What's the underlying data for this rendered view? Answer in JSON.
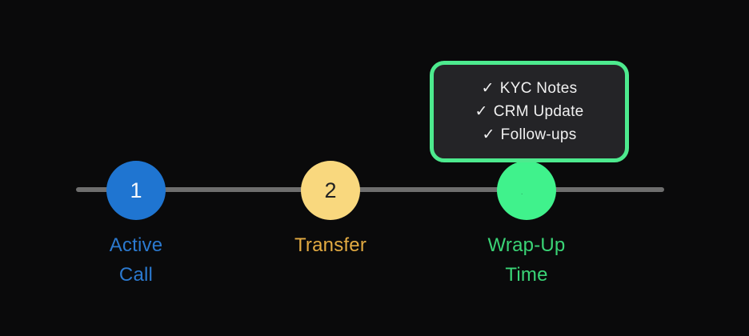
{
  "diagram": {
    "steps": [
      {
        "number": "1",
        "lines": [
          "Active",
          "Call"
        ],
        "circle_color": "#1f75d1",
        "label_color": "#2b79cf"
      },
      {
        "number": "2",
        "lines": [
          "Transfer",
          ""
        ],
        "circle_color": "#f9d87e",
        "label_color": "#e3ab42"
      },
      {
        "number": "",
        "lines": [
          "Wrap-Up",
          "Time"
        ],
        "circle_color": "#40f28c",
        "label_color": "#3ad476"
      }
    ],
    "callout": {
      "border_color": "#4dea8e",
      "items": [
        {
          "icon": "✓",
          "label": "KYC Notes"
        },
        {
          "icon": "✓",
          "label": "CRM Update"
        },
        {
          "icon": "✓",
          "label": "Follow-ups"
        }
      ]
    },
    "icons": {
      "cursor_dot": "·"
    },
    "colors": {
      "background": "#0a0a0b",
      "track": "#6e6e6e",
      "callout_text": "#f1f1f1"
    }
  }
}
